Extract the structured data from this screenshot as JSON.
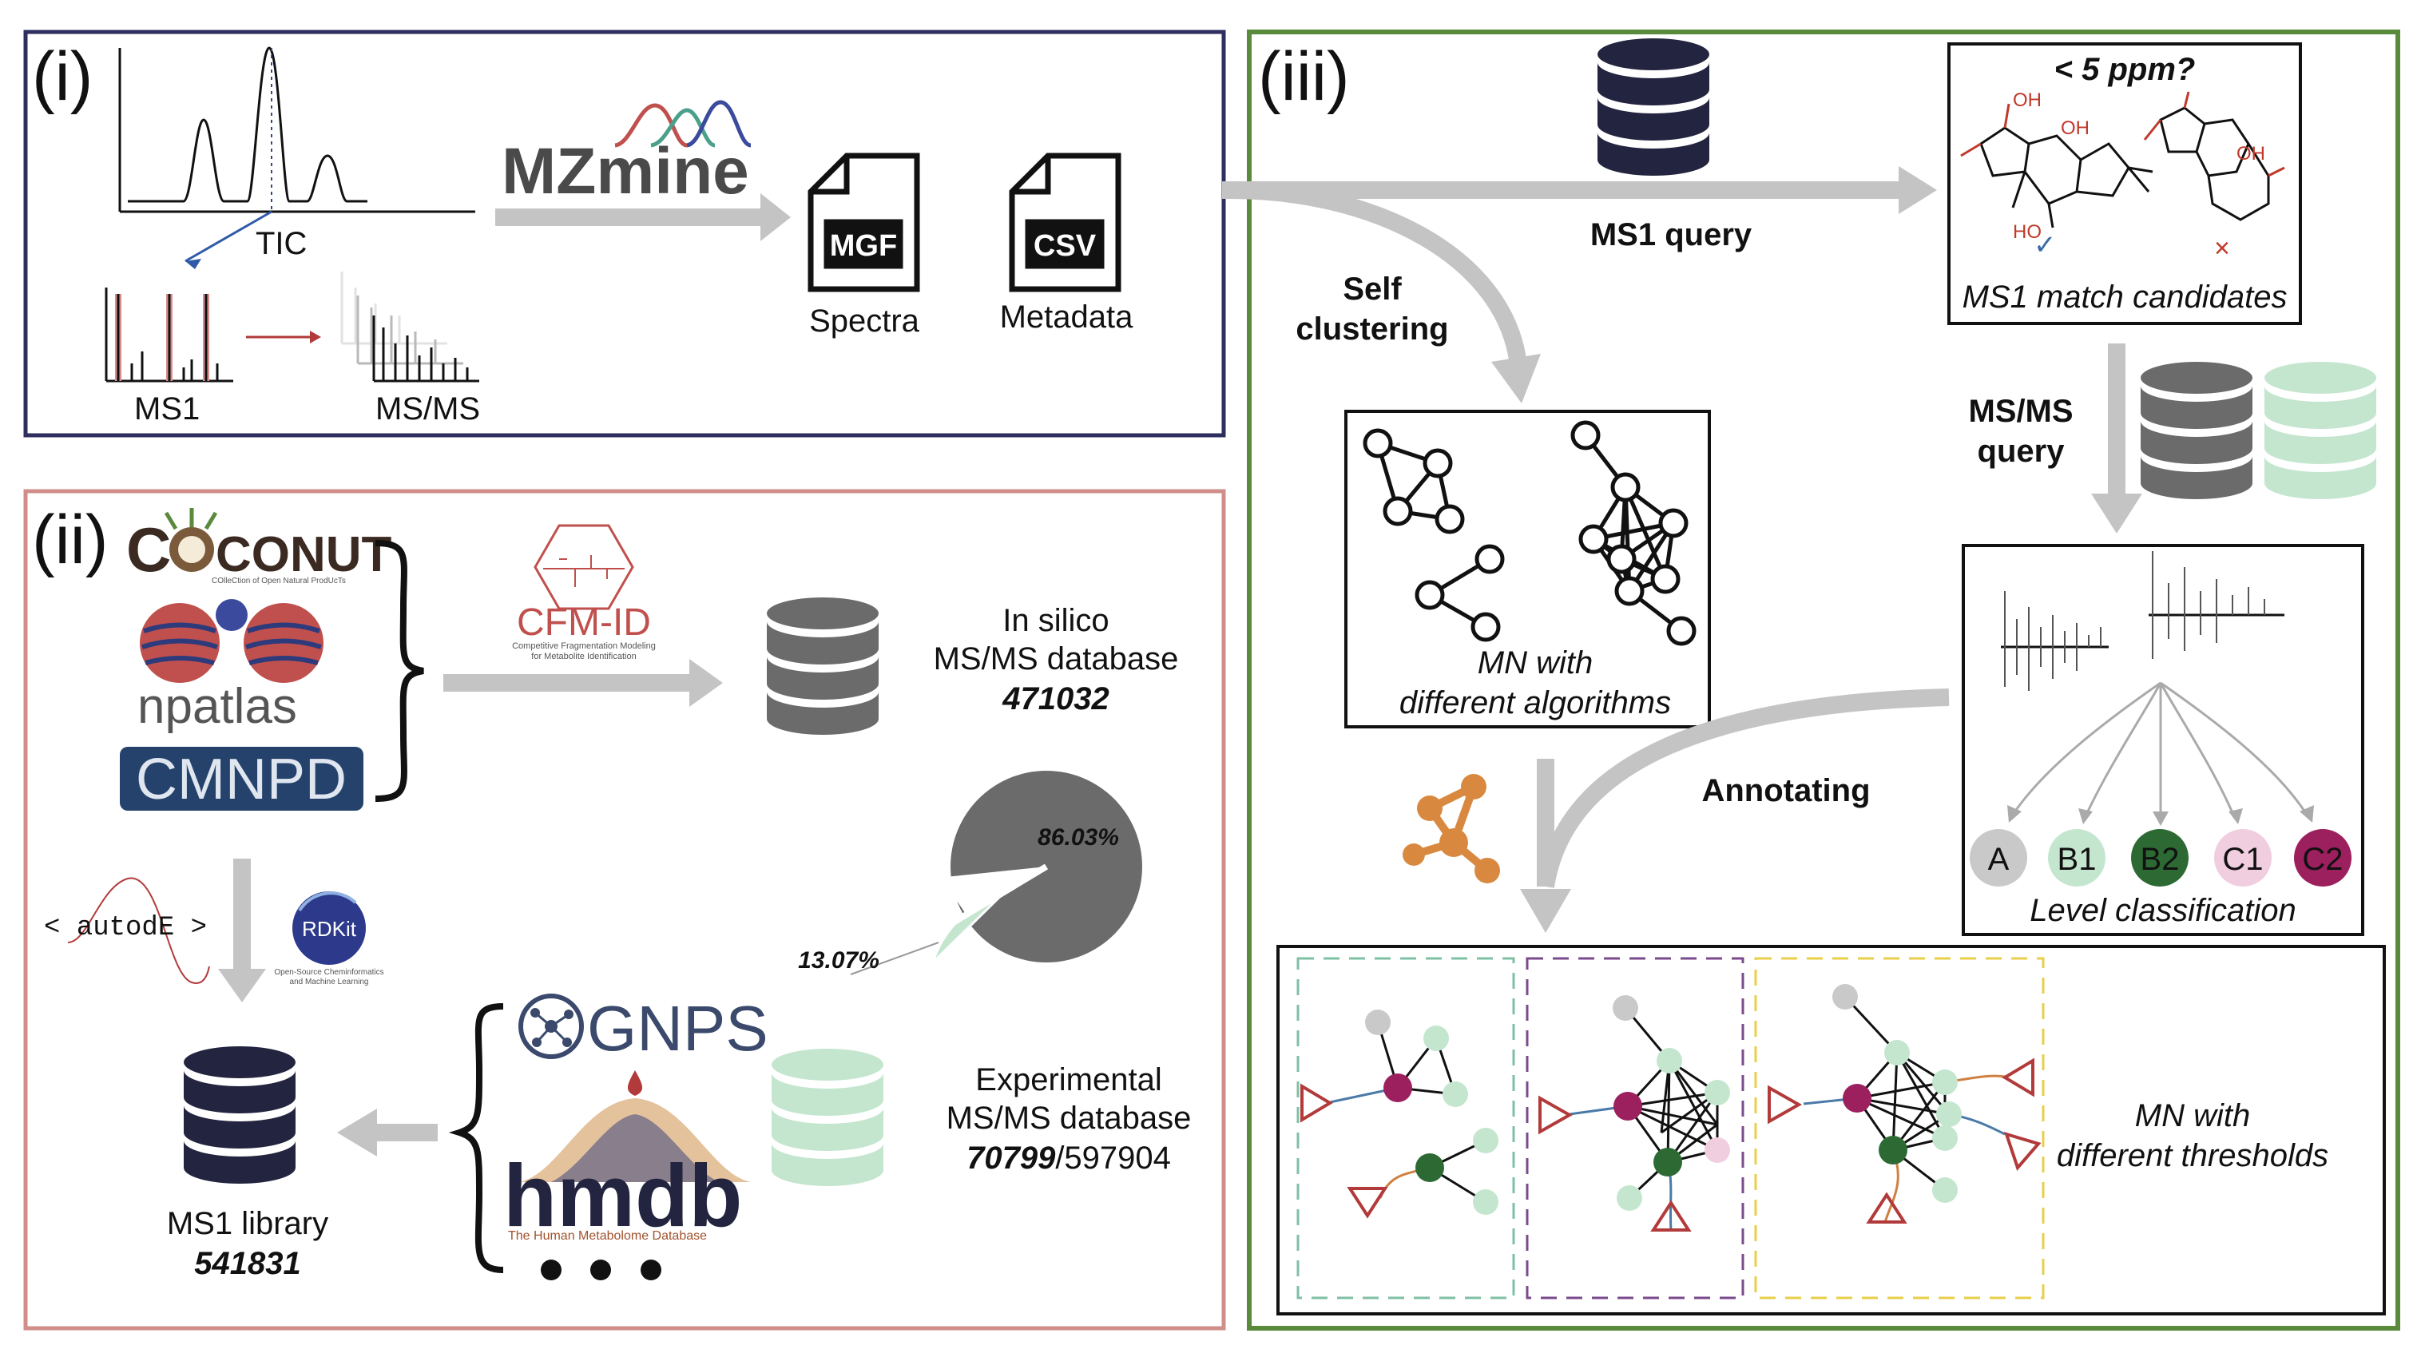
{
  "panel_i": {
    "tag": "(i)",
    "tic": "TIC",
    "ms1": "MS1",
    "msms": "MS/MS",
    "mzmine": "MZmine",
    "mgf": "MGF",
    "csv": "CSV",
    "spectra": "Spectra",
    "metadata": "Metadata"
  },
  "panel_ii": {
    "tag": "(ii)",
    "coconut": "CONUT",
    "coconut_sub": "COlleCtion of Open Natural ProdUcTs",
    "npatlas": "npatlas",
    "cmnpd": "CMNPD",
    "cfmid": "CFM-ID",
    "cfmid_sub1": "Competitive Fragmentation Modeling",
    "cfmid_sub2": "for Metabolite Identification",
    "insilico_1": "In silico",
    "insilico_2": "MS/MS database",
    "insilico_count": "471032",
    "pie_big": "86.03%",
    "pie_small": "13.07%",
    "autode": "< autodE >",
    "rdkit": "RDKit",
    "rdkit_sub1": "Open-Source Cheminformatics",
    "rdkit_sub2": "and Machine Learning",
    "gnps": "GNPS",
    "hmdb": "hmdb",
    "hmdb_sub": "The Human Metabolome Database",
    "exp_1": "Experimental",
    "exp_2": "MS/MS database",
    "exp_count_bold": "70799",
    "exp_count_rest": "/597904",
    "ms1_library": "MS1 library",
    "ms1_library_count": "541831"
  },
  "panel_iii": {
    "tag": "(iii)",
    "ppm": "< 5 ppm?",
    "oh1": "OH",
    "oh2": "OH",
    "ho": "HO",
    "oh3": "OH",
    "check": "✓",
    "cross": "×",
    "match_candidates": "MS1 match candidates",
    "ms1_query": "MS1 query",
    "self_clustering_1": "Self",
    "self_clustering_2": "clustering",
    "msms_query_1": "MS/MS",
    "msms_query_2": "query",
    "mn_algorithms_1": "MN with",
    "mn_algorithms_2": "different algorithms",
    "annotating": "Annotating",
    "levels": [
      "A",
      "B1",
      "B2",
      "C1",
      "C2"
    ],
    "level_classification": "Level classification",
    "mn_thresholds_1": "MN with",
    "mn_thresholds_2": "different thresholds"
  },
  "colors": {
    "panel_i_border": "#2e2f5e",
    "panel_ii_border": "#d08d8a",
    "panel_iii_border": "#5a8a3c",
    "db_dark": "#23243f",
    "db_gray": "#6b6b6b",
    "db_green": "#c4e6cf",
    "arrow_gray": "#c4c4c4",
    "level_A": "#c9c9c9",
    "level_B1": "#c4e6cf",
    "level_B2": "#2d6a33",
    "level_C1": "#f1cde0",
    "level_C2": "#9c1f5e",
    "node_orange": "#d9893f"
  }
}
